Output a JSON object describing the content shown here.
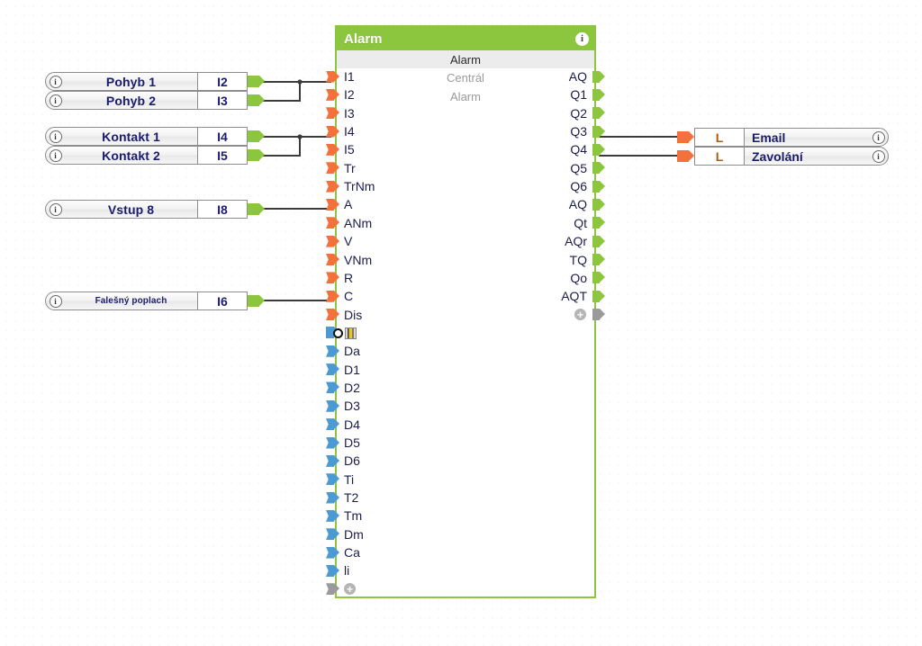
{
  "block": {
    "title": "Alarm",
    "subtitle": "Alarm",
    "caption_line1": "Centrál",
    "caption_line2": "Alarm",
    "header_info_icon": "info-icon",
    "header_color": "#8cc63e",
    "input_pin_color": "#f4713b",
    "output_pin_color": "#8cc63e",
    "digital_pin_color": "#4b9ad4",
    "inputs": [
      {
        "name": "I1"
      },
      {
        "name": "I2"
      },
      {
        "name": "I3"
      },
      {
        "name": "I4"
      },
      {
        "name": "I5"
      },
      {
        "name": "Tr"
      },
      {
        "name": "TrNm"
      },
      {
        "name": "A"
      },
      {
        "name": "ANm"
      },
      {
        "name": "V"
      },
      {
        "name": "VNm"
      },
      {
        "name": "R"
      },
      {
        "name": "C"
      },
      {
        "name": "Dis"
      }
    ],
    "inputs_digital": [
      {
        "name": "Da"
      },
      {
        "name": "D1"
      },
      {
        "name": "D2"
      },
      {
        "name": "D3"
      },
      {
        "name": "D4"
      },
      {
        "name": "D5"
      },
      {
        "name": "D6"
      },
      {
        "name": "Ti"
      },
      {
        "name": "T2"
      },
      {
        "name": "Tm"
      },
      {
        "name": "Dm"
      },
      {
        "name": "Ca"
      },
      {
        "name": "li"
      }
    ],
    "outputs": [
      {
        "name": "AQ"
      },
      {
        "name": "Q1"
      },
      {
        "name": "Q2"
      },
      {
        "name": "Q3"
      },
      {
        "name": "Q4"
      },
      {
        "name": "Q5"
      },
      {
        "name": "Q6"
      },
      {
        "name": "AQ"
      },
      {
        "name": "Qt"
      },
      {
        "name": "AQr"
      },
      {
        "name": "TQ"
      },
      {
        "name": "Qo"
      },
      {
        "name": "AQT"
      }
    ],
    "add_input_label": "+",
    "add_output_label": "+"
  },
  "input_tags": [
    {
      "label": "Pohyb 1",
      "pin": "I2",
      "info": "info-icon",
      "size": "normal"
    },
    {
      "label": "Pohyb 2",
      "pin": "I3",
      "info": "info-icon",
      "size": "normal"
    },
    {
      "label": "Kontakt 1",
      "pin": "I4",
      "info": "info-icon",
      "size": "normal"
    },
    {
      "label": "Kontakt 2",
      "pin": "I5",
      "info": "info-icon",
      "size": "normal"
    },
    {
      "label": "Vstup 8",
      "pin": "I8",
      "info": "info-icon",
      "size": "normal"
    },
    {
      "label": "Falešný poplach",
      "pin": "I6",
      "info": "info-icon",
      "size": "small"
    }
  ],
  "output_tags": [
    {
      "pin": "L",
      "label": "Email",
      "info": "info-icon"
    },
    {
      "pin": "L",
      "label": "Zavolání",
      "info": "info-icon"
    }
  ],
  "connections": [
    {
      "from": "Pohyb 1",
      "to": "I1"
    },
    {
      "from": "Pohyb 2",
      "to": "I1"
    },
    {
      "from": "Kontakt 1",
      "to": "I4"
    },
    {
      "from": "Kontakt 2",
      "to": "I4"
    },
    {
      "from": "Vstup 8",
      "to": "A"
    },
    {
      "from": "Falešný poplach",
      "to": "C"
    },
    {
      "from": "Q3",
      "to": "Email"
    },
    {
      "from": "Q4",
      "to": "Zavolání"
    }
  ]
}
